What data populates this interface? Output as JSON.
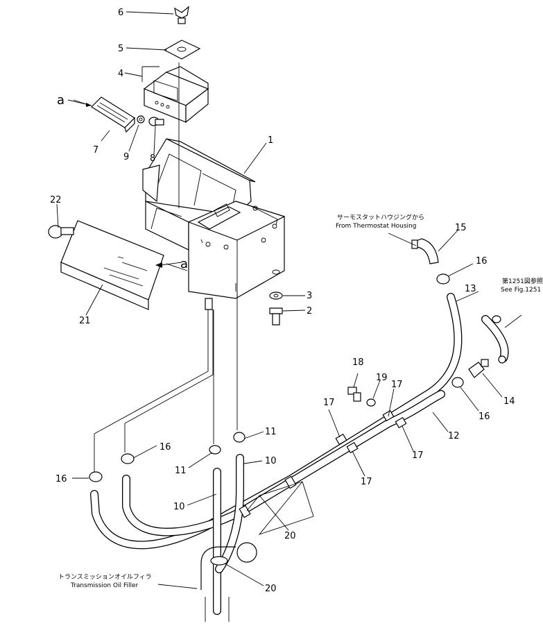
{
  "callouts": {
    "c1": "1",
    "c2": "2",
    "c3": "3",
    "c4": "4",
    "c5": "5",
    "c6": "6",
    "c7": "7",
    "c8": "8",
    "c9": "9",
    "c10a": "10",
    "c10b": "10",
    "c11a": "11",
    "c11b": "11",
    "c12": "12",
    "c13": "13",
    "c14": "14",
    "c15": "15",
    "c16a": "16",
    "c16b": "16",
    "c16c": "16",
    "c16d": "16",
    "c17a": "17",
    "c17b": "17",
    "c17c": "17",
    "c17d": "17",
    "c18": "18",
    "c19": "19",
    "c20a": "20",
    "c20b": "20",
    "c21": "21",
    "c22": "22"
  },
  "views": {
    "view_a_top": "a",
    "view_a_mid": "a"
  },
  "annotations": {
    "thermostat_jp": "サーモスタットハウジングから",
    "thermostat_en": "From  Thermostat  Housing",
    "see_fig_jp": "第1251図参照",
    "see_fig_en": "See Fig.1251",
    "oil_filler_jp": "トランスミッションオイルフィラ",
    "oil_filler_en": "Transmission  Oil  Filler"
  }
}
